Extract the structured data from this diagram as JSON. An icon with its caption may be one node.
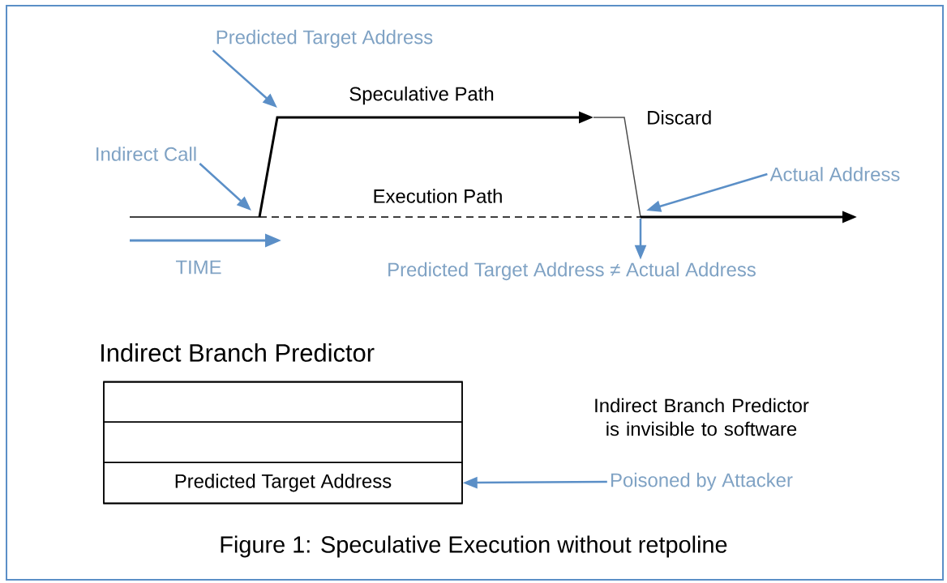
{
  "diagram": {
    "caption": "Figure 1: Speculative Execution without retpoline",
    "nodes": [
      {
        "text": [
          "Predicted Target Address"
        ]
      },
      {
        "text": [
          "Indirect Call"
        ]
      },
      {
        "text": [
          "Actual Address"
        ]
      },
      {
        "text": [
          "Predicted Target Address ≠ Actual Address"
        ]
      },
      {
        "text": [
          "Indirect Branch Predictor"
        ]
      },
      {
        "text": [],
        "shape": "box",
        "in": 4
      },
      {
        "text": [],
        "shape": "box",
        "in": 4
      },
      {
        "text": [
          "Predicted Target Address"
        ],
        "in": 4
      },
      {
        "text": [
          "Poisoned by Attacker"
        ]
      }
    ],
    "edges": [
      {
        "from": 0,
        "to": null,
        "arrow": "to"
      },
      {
        "from": 1,
        "to": null,
        "arrow": "to"
      },
      {
        "from": 2,
        "to": null,
        "arrow": "to"
      },
      {
        "from": null,
        "to": 3,
        "arrow": "to"
      },
      {
        "from": 8,
        "to": 7,
        "arrow": "to"
      }
    ],
    "labels": [
      "Speculative Path",
      "Discard",
      "Execution Path",
      "TIME",
      "Indirect Branch Predictor is invisible to software"
    ]
  }
}
